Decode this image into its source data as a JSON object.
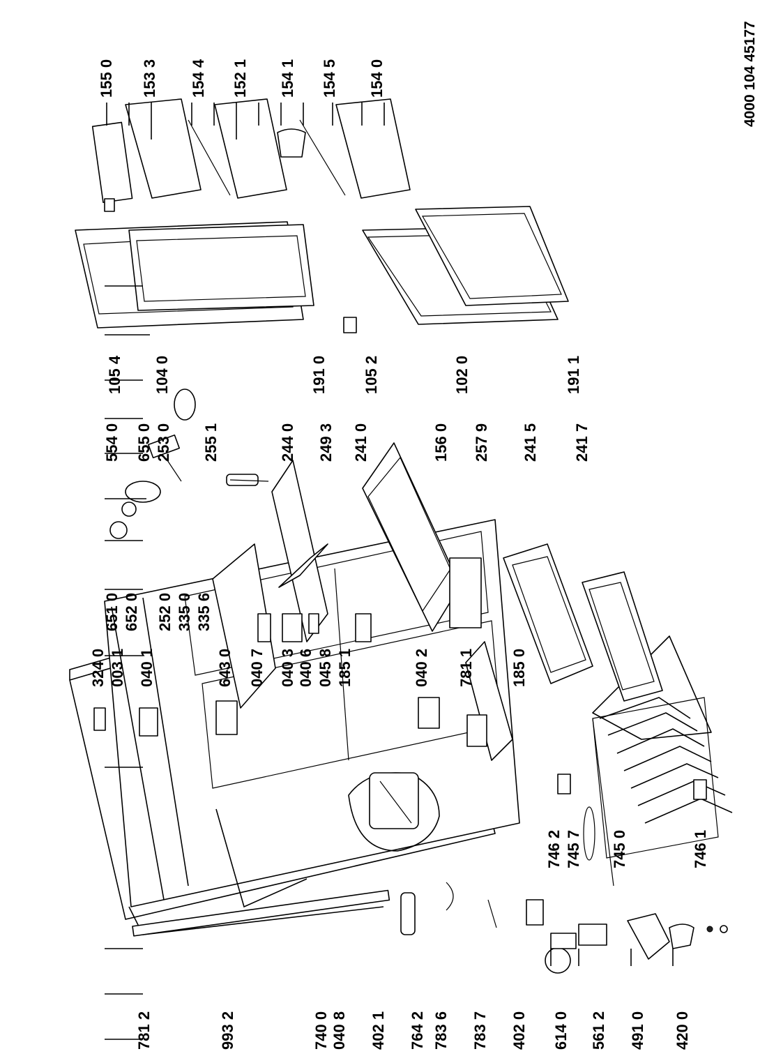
{
  "document_number": "4000 104 45177",
  "labels": [
    "155 0",
    "153 3",
    "154 4",
    "152 1",
    "154 1",
    "154 5",
    "154 0",
    "105 4",
    "104 0",
    "191 0",
    "105 2",
    "102 0",
    "191 1",
    "651 0",
    "652 0",
    "252 0",
    "335 0",
    "335 6",
    "554 0",
    "655 0",
    "253 0",
    "255 1",
    "244 0",
    "249 3",
    "241 0",
    "156 0",
    "257 9",
    "241 5",
    "241 7",
    "324 0",
    "003 1",
    "040 1",
    "643 0",
    "040 7",
    "040 3",
    "040 6",
    "045 8",
    "185 1",
    "040 2",
    "781 1",
    "185 0",
    "746 2",
    "745 7",
    "745 0",
    "746 1",
    "781 2",
    "993 2",
    "740 0",
    "040 8",
    "402 1",
    "764 2",
    "783 6",
    "783 7",
    "402 0",
    "614 0",
    "561 2",
    "491 0",
    "420 0"
  ]
}
